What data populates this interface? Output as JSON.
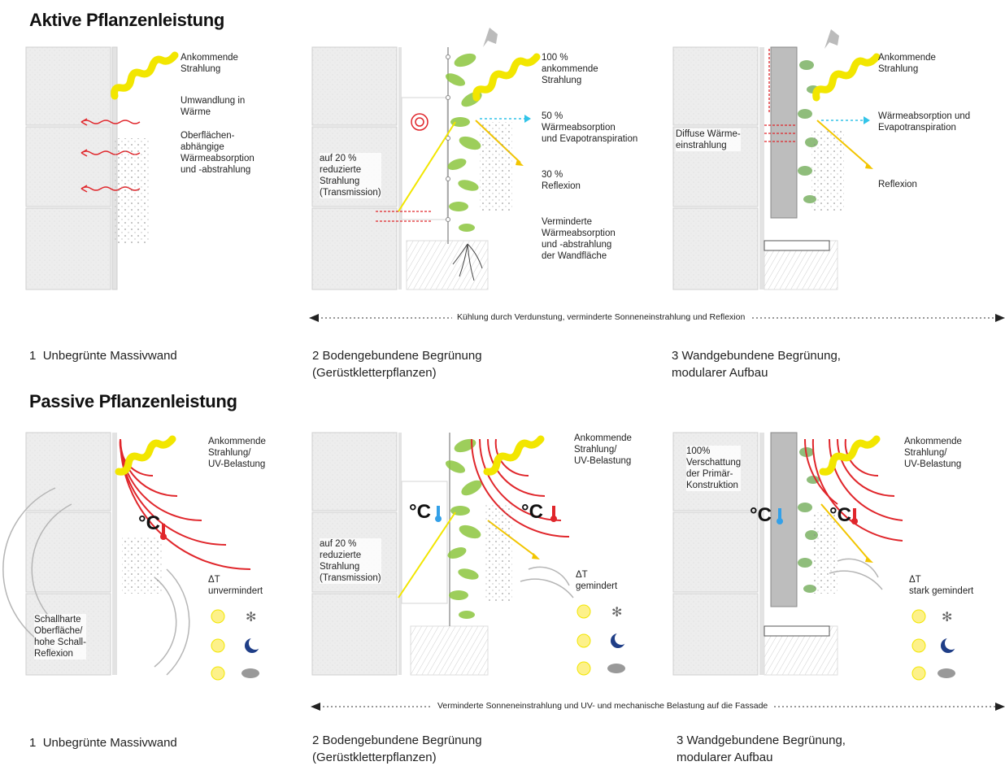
{
  "headings": {
    "active": "Aktive Pflanzenleistung",
    "passive": "Passive Pflanzenleistung"
  },
  "active": {
    "panel1": {
      "incoming": "Ankommende\nStrahlung",
      "conversion": "Umwandlung in\nWärme",
      "surface": "Oberflächen-\nabhängige\nWärmeabsorption\nund -abstrahlung"
    },
    "panel2": {
      "incoming": "100 %\nankommende\nStrahlung",
      "absorption": "50 %\nWärmeabsorption\nund Evapotranspiration",
      "reflection": "30 %\nReflexion",
      "reduced": "auf 20 %\nreduzierte\nStrahlung\n(Transmission)",
      "wall": "Verminderte\nWärmeabsorption\nund -abstrahlung\nder Wandfläche"
    },
    "panel3": {
      "incoming": "Ankommende\nStrahlung",
      "absorption": "Wärmeabsorption und\nEvapotranspiration",
      "diffuse": "Diffuse Wärme-\neinstrahlung",
      "reflection": "Reflexion"
    },
    "arrow_text": "Kühlung durch Verdunstung, verminderte Sonneneinstrahlung und Reflexion",
    "captions": [
      {
        "num": "1",
        "text": "Unbegrünte Massivwand"
      },
      {
        "num": "2",
        "text": "Bodengebundene Begrünung\n(Gerüstkletterpflanzen)"
      },
      {
        "num": "3",
        "text": "Wandgebundene Begrünung,\nmodularer Aufbau"
      }
    ]
  },
  "passive": {
    "panel1": {
      "incoming": "Ankommende\nStrahlung/\nUV-Belastung",
      "temp": "°C",
      "delta": "ΔT\nunvermindert",
      "sound": "Schallharte\nOberfläche/\nhohe Schall-\nReflexion"
    },
    "panel2": {
      "incoming": "Ankommende\nStrahlung/\nUV-Belastung",
      "temp_wall": "°C",
      "temp_out": "°C",
      "reduced": "auf 20 %\nreduzierte\nStrahlung\n(Transmission)",
      "delta": "ΔT\ngemindert"
    },
    "panel3": {
      "incoming": "Ankommende\nStrahlung/\nUV-Belastung",
      "shade": "100%\nVerschattung\nder Primär-\nKonstruktion",
      "temp_wall": "°C",
      "temp_out": "°C",
      "delta": "ΔT\nstark gemindert"
    },
    "arrow_text": "Verminderte Sonneneinstrahlung und UV- und mechanische Belastung auf die Fassade",
    "captions": [
      {
        "num": "1",
        "text": "Unbegrünte Massivwand"
      },
      {
        "num": "2",
        "text": "Bodengebundene Begrünung\n(Gerüstkletterpflanzen)"
      },
      {
        "num": "3",
        "text": "Wandgebundene Begrünung,\nmodularer Aufbau"
      }
    ]
  },
  "colors": {
    "radiation": "#f2e600",
    "heat": "#e0262b",
    "cool": "#33c4e8",
    "plant": "#8cc63f",
    "wall": "#ececec"
  }
}
